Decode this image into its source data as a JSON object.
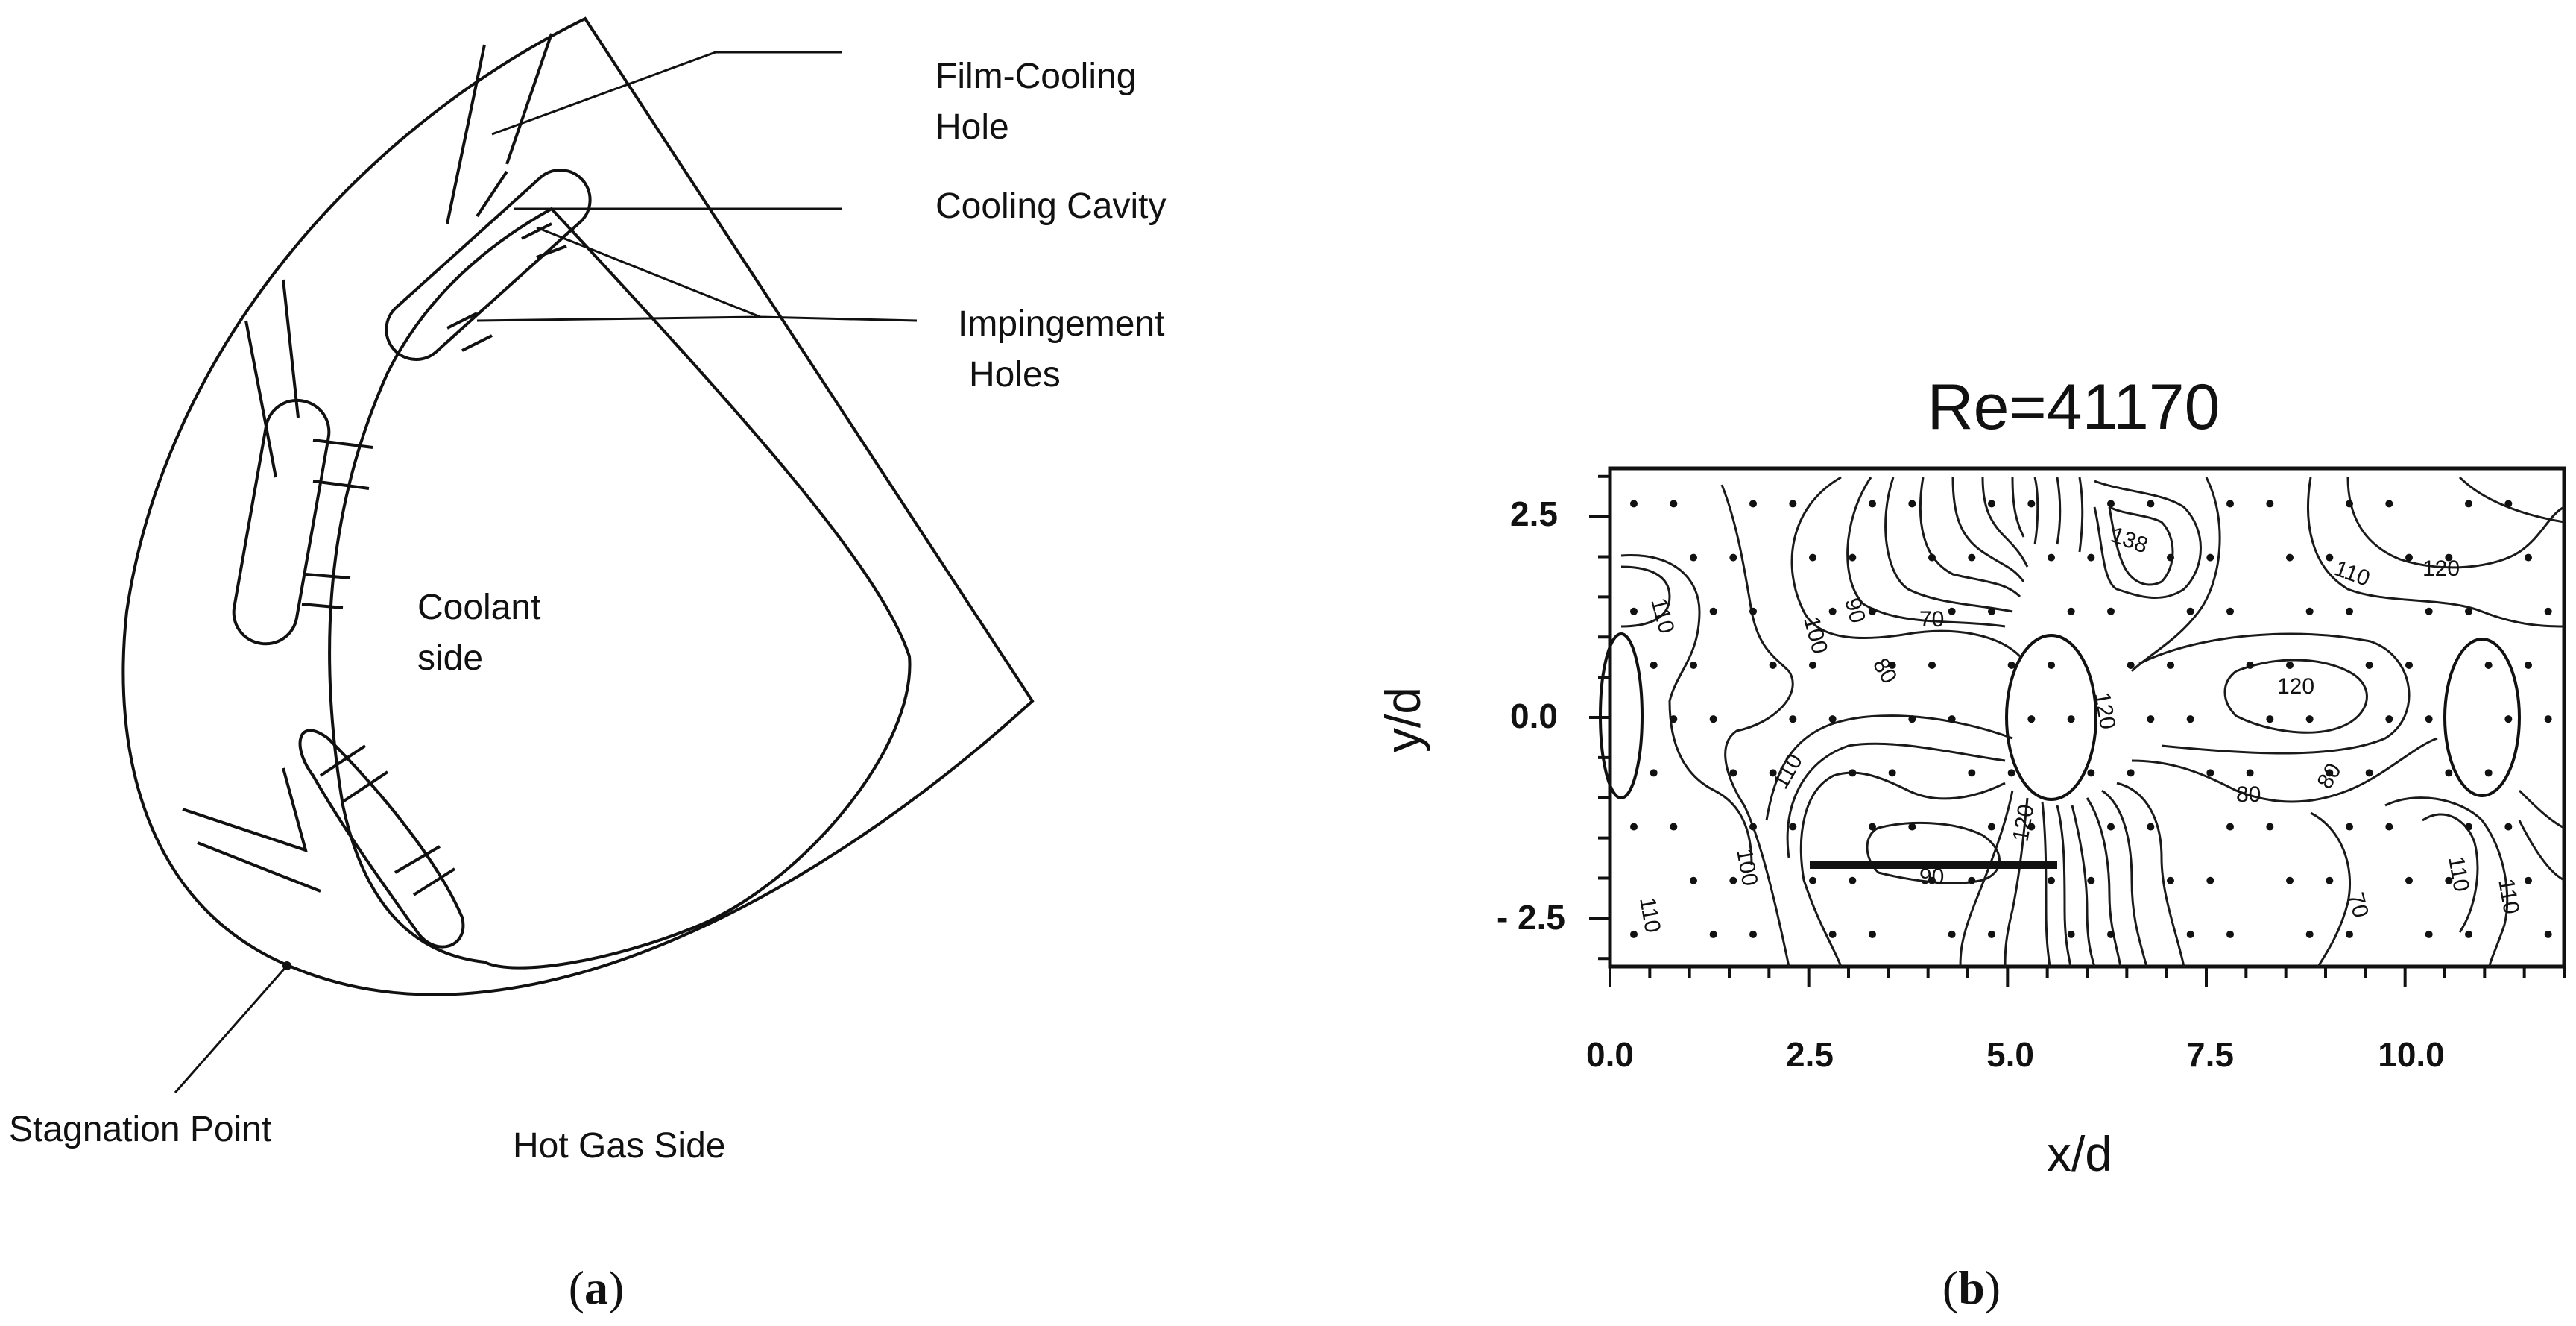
{
  "panel_a": {
    "labels": {
      "film_cooling_1": "Film-Cooling",
      "film_cooling_2": "Hole",
      "cooling_cavity": "Cooling Cavity",
      "impingement_1": "Impingement",
      "impingement_2": "Holes",
      "coolant_1": "Coolant",
      "coolant_2": "side",
      "stagnation": "Stagnation Point",
      "hot_gas": "Hot Gas Side"
    },
    "caption": {
      "open": "(",
      "letter": "a",
      "close": ")"
    }
  },
  "panel_b": {
    "caption": {
      "open": "(",
      "letter": "b",
      "close": ")"
    }
  },
  "chart_data": {
    "type": "contour",
    "title": "Re=41170",
    "xlabel": "x/d",
    "ylabel": "y/d",
    "xlim": [
      0.0,
      12.0
    ],
    "ylim": [
      -3.1,
      3.1
    ],
    "x_ticks": [
      "0.0",
      "2.5",
      "5.0",
      "7.5",
      "10.0"
    ],
    "y_ticks": [
      "2.5",
      "0.0",
      "- 2.5"
    ],
    "contour_labels": [
      "110",
      "100",
      "90",
      "70",
      "80",
      "138",
      "120",
      "110",
      "120",
      "120",
      "80",
      "80",
      "110",
      "100",
      "110",
      "120",
      "90",
      "70",
      "110",
      "110"
    ],
    "grid": false
  }
}
